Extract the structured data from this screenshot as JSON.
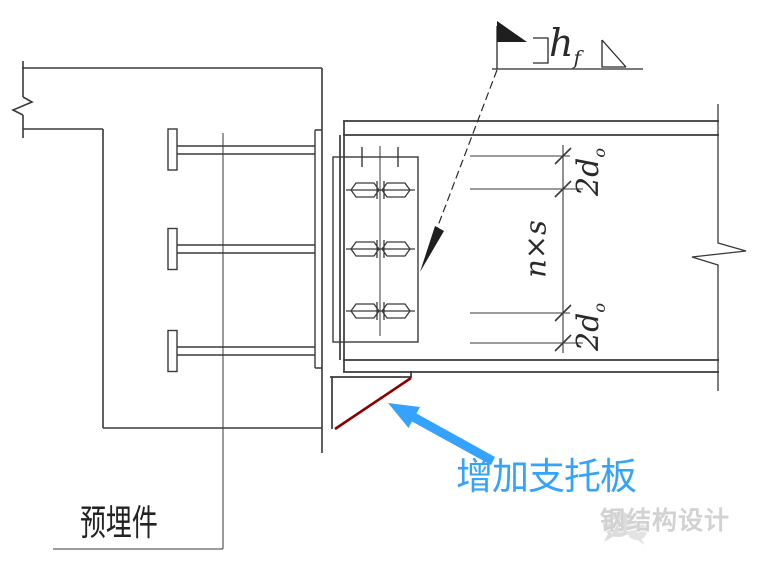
{
  "annotations": {
    "weld": {
      "main": "h",
      "sub": "f"
    },
    "dim_edge_top": {
      "main": "2d",
      "sub": "o"
    },
    "dim_spacing": "n×s",
    "dim_edge_bottom": {
      "main": "2d",
      "sub": "o"
    },
    "support_plate_note": "增加支托板",
    "embedded_part_label": "预埋件"
  },
  "watermark": {
    "brand": "钢结构设计"
  },
  "colors": {
    "line": "#3a3a3a",
    "bracket_highlight": "#8b0000",
    "callout_blue": "#35a2fe",
    "watermark_gray": "#d2d2d2"
  }
}
